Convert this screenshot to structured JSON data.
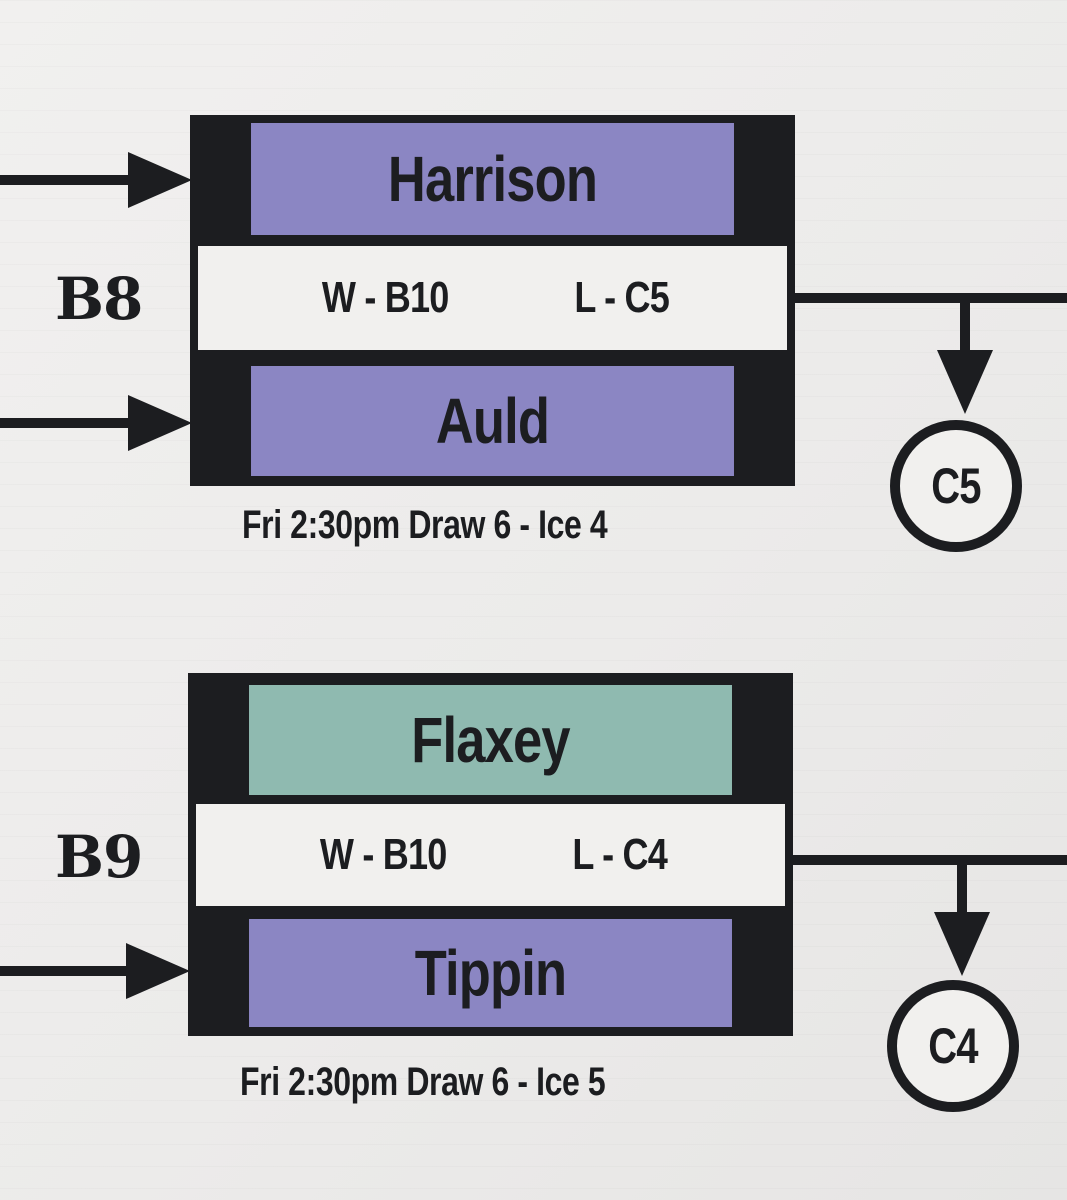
{
  "games": [
    {
      "code": "B8",
      "top_team": "Harrison",
      "winner_to": "W - B10",
      "loser_to": "L - C5",
      "bottom_team": "Auld",
      "schedule": "Fri 2:30pm Draw 6 - Ice 4",
      "loser_circle": "C5",
      "top_color": "#8b86c3",
      "bottom_color": "#8b86c3"
    },
    {
      "code": "B9",
      "top_team": "Flaxey",
      "winner_to": "W - B10",
      "loser_to": "L - C4",
      "bottom_team": "Tippin",
      "schedule": "Fri 2:30pm Draw 6 - Ice 5",
      "loser_circle": "C4",
      "top_color": "#8fbab0",
      "bottom_color": "#8b86c3"
    }
  ]
}
